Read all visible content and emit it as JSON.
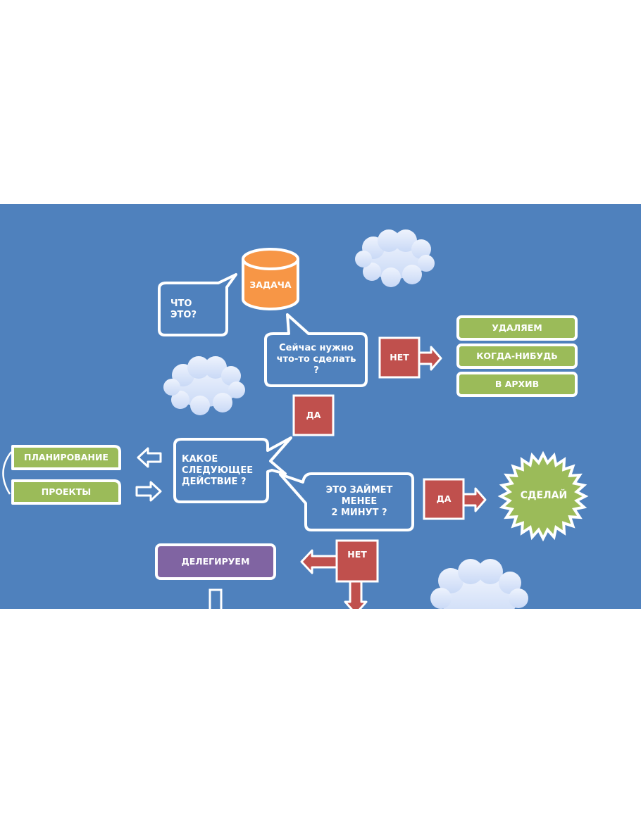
{
  "diagram": {
    "title": "GTD flowchart",
    "colors": {
      "background": "#4f81bd",
      "outline": "#ffffff",
      "task_orange": "#f79646",
      "decision_red": "#c0504d",
      "outcome_green": "#9bbb59",
      "delegate_purple": "#8064a2",
      "cloud": "#dbe6fb"
    },
    "nodes": {
      "task": "ЗАДАЧА",
      "what_is_it": "ЧТО\n    ЭТО?",
      "need_action": "Сейчас нужно\nчто-то сделать\n?",
      "no_1": "НЕТ",
      "yes_1": "ДА",
      "delete": "УДАЛЯЕМ",
      "someday": "КОГДА-НИБУДЬ",
      "archive": "В АРХИВ",
      "next_action": "КАКОЕ\n СЛЕДУЮЩЕЕ\nДЕЙСТВИЕ ?",
      "planning": "ПЛАНИРОВАНИЕ",
      "projects": "ПРОЕКТЫ",
      "two_minutes": "ЭТО ЗАЙМЕТ\nМЕНЕЕ\n2 МИНУТ ?",
      "yes_2": "ДА",
      "do_it": "СДЕЛАЙ",
      "no_2": "НЕТ",
      "delegate": "ДЕЛЕГИРУЕМ"
    }
  }
}
